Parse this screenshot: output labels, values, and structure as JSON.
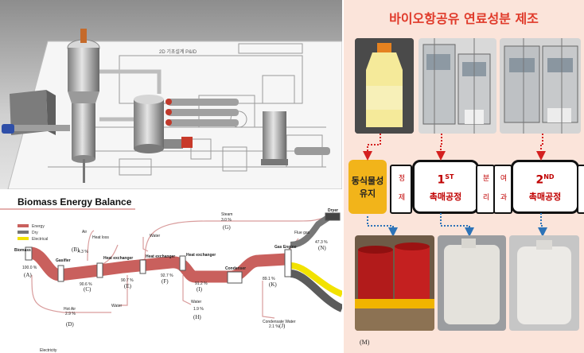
{
  "render": {
    "drawing_title": "2D 기초설계 P&ID"
  },
  "sankey": {
    "title": "Biomass Energy Balance",
    "legend": [
      "Energy",
      "Dry",
      "Electrical"
    ],
    "nodes": {
      "biomass": "Biomass",
      "gasifier": "Gasifier",
      "hx1": "Heat exchanger",
      "hx2": "Heat exchanger",
      "hx3": "Heat exchanger",
      "condenser": "Condenser",
      "gas_engine": "Gas Engine",
      "dryer": "Dryer",
      "steam": "Steam",
      "flue_gas": "Flue gas",
      "air": "Air",
      "heat_loss": "Heat loss",
      "water": "Water",
      "hot_air": "Hot Air",
      "condensate": "Condensate Water",
      "electricity": "Electricity"
    },
    "values": {
      "A": "100.0 %",
      "B": "4.3 %",
      "C": "90.6 %",
      "D": "2.9 %",
      "E": "90.7 %",
      "F": "92.7 %",
      "G": "3.0 %",
      "H": "1.9 %",
      "I": "91.2 %",
      "J": "2.1 %",
      "K": "89.1 %",
      "N": "47.3 %"
    },
    "letters": [
      "(A)",
      "(B)",
      "(C)",
      "(D)",
      "(E)",
      "(F)",
      "(G)",
      "(H)",
      "(I)",
      "(J)",
      "(K)",
      "(M)",
      "(N)"
    ],
    "colors": {
      "energy": "#c9605d",
      "dry": "#777777",
      "electrical": "#f2e200",
      "line": "#d99c9c"
    }
  },
  "process": {
    "title": "바이오항공유 연료성분 제조",
    "feed_label_line1": "동식물성",
    "feed_label_line2": "유지",
    "refine": "정 제",
    "step1_num": "1",
    "step1_sup": "ST",
    "step1_label": "촉매공정",
    "separate": "분 리",
    "filter": "여 과",
    "step2_num": "2",
    "step2_sup": "ND",
    "step2_label": "촉매공정",
    "colors": {
      "title": "#e03a2a",
      "arrow_red": "#d42020",
      "arrow_blue": "#2d73b8",
      "feed_box": "#f2b41a"
    }
  }
}
